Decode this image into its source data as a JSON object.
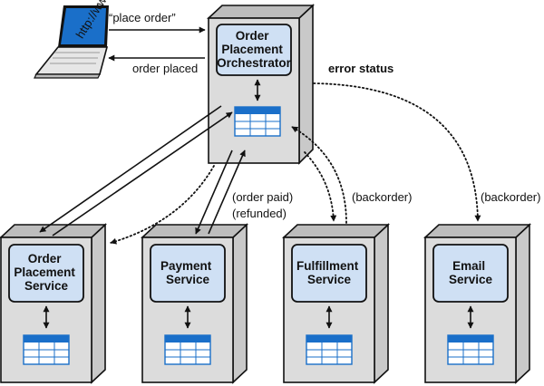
{
  "services": {
    "orchestrator": [
      "Order",
      "Placement",
      "Orchestrator"
    ],
    "order_placement": [
      "Order",
      "Placement",
      "Service"
    ],
    "payment": [
      "Payment",
      "Service"
    ],
    "fulfillment": [
      "Fulfillment",
      "Service"
    ],
    "email": [
      "Email",
      "Service"
    ]
  },
  "labels": {
    "place_order": "“place order”",
    "order_placed": "order placed",
    "error_status": "error status",
    "order_paid": "(order paid)",
    "refunded": "(refunded)",
    "backorder_fulfillment": "(backorder)",
    "backorder_email": "(backorder)"
  },
  "laptop": {
    "screen_text": "http://www"
  },
  "colors": {
    "inner_box": "#cfe0f4",
    "table_blue": "#1a6fc9",
    "laptop_screen": "#1a6fc9"
  }
}
